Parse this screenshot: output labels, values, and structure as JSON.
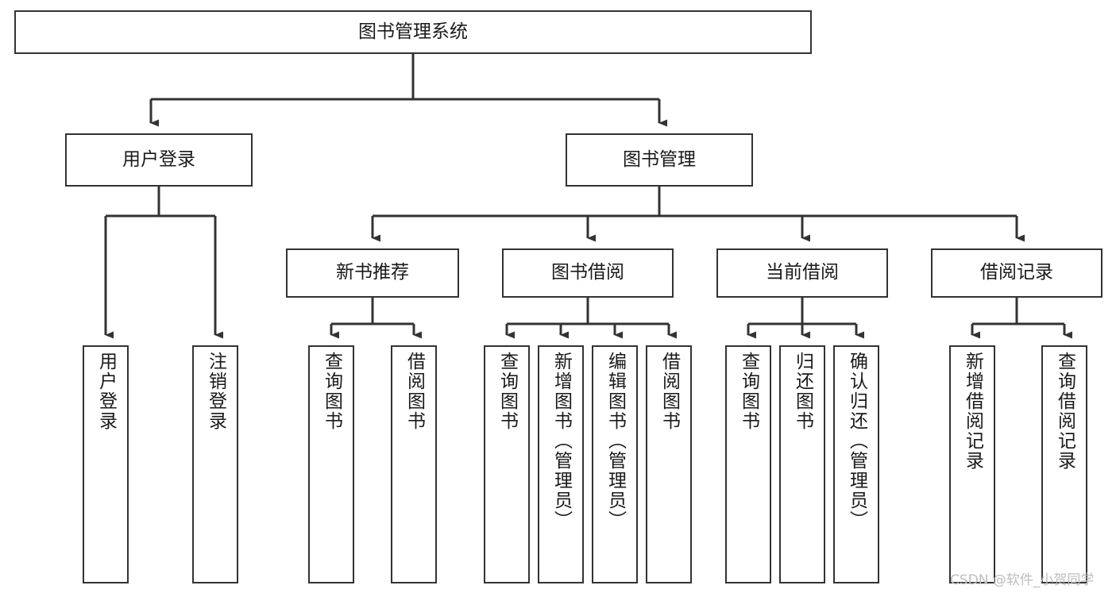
{
  "diagram": {
    "type": "tree-hierarchy",
    "title": "图书管理系统",
    "orientation": "top-down",
    "colors": {
      "box_border": "#333333",
      "box_fill": "#ffffff",
      "connector": "#333333",
      "text": "#1a1a1a",
      "watermark": "#bdbdbd",
      "background": "#ffffff"
    },
    "nodes": {
      "root": {
        "label": "图书管理系统"
      },
      "level2": [
        {
          "id": "user-login",
          "label": "用户登录"
        },
        {
          "id": "book-management",
          "label": "图书管理"
        }
      ],
      "level3": [
        {
          "id": "new-book-recommend",
          "label": "新书推荐"
        },
        {
          "id": "book-borrow",
          "label": "图书借阅"
        },
        {
          "id": "current-borrow",
          "label": "当前借阅"
        },
        {
          "id": "borrow-record",
          "label": "借阅记录"
        }
      ],
      "leaves": [
        {
          "id": "leaf-user-login",
          "label": "用户登录",
          "parent": "user-login"
        },
        {
          "id": "leaf-logout",
          "label": "注销登录",
          "parent": "user-login"
        },
        {
          "id": "leaf-query-book-1",
          "label": "查询图书",
          "parent": "new-book-recommend"
        },
        {
          "id": "leaf-borrow-book-1",
          "label": "借阅图书",
          "parent": "new-book-recommend"
        },
        {
          "id": "leaf-query-book-2",
          "label": "查询图书",
          "parent": "book-borrow"
        },
        {
          "id": "leaf-add-book",
          "label": "新增图书（管理员）",
          "parent": "book-borrow"
        },
        {
          "id": "leaf-edit-book",
          "label": "编辑图书（管理员）",
          "parent": "book-borrow"
        },
        {
          "id": "leaf-borrow-book-2",
          "label": "借阅图书",
          "parent": "book-borrow"
        },
        {
          "id": "leaf-query-book-3",
          "label": "查询图书",
          "parent": "current-borrow"
        },
        {
          "id": "leaf-return-book",
          "label": "归还图书",
          "parent": "current-borrow"
        },
        {
          "id": "leaf-confirm-return",
          "label": "确认归还（管理员）",
          "parent": "current-borrow"
        },
        {
          "id": "leaf-add-record",
          "label": "新增借阅记录",
          "parent": "borrow-record"
        },
        {
          "id": "leaf-query-record",
          "label": "查询借阅记录",
          "parent": "borrow-record"
        }
      ]
    },
    "watermark": "CSDN @软件_小贺同学"
  }
}
